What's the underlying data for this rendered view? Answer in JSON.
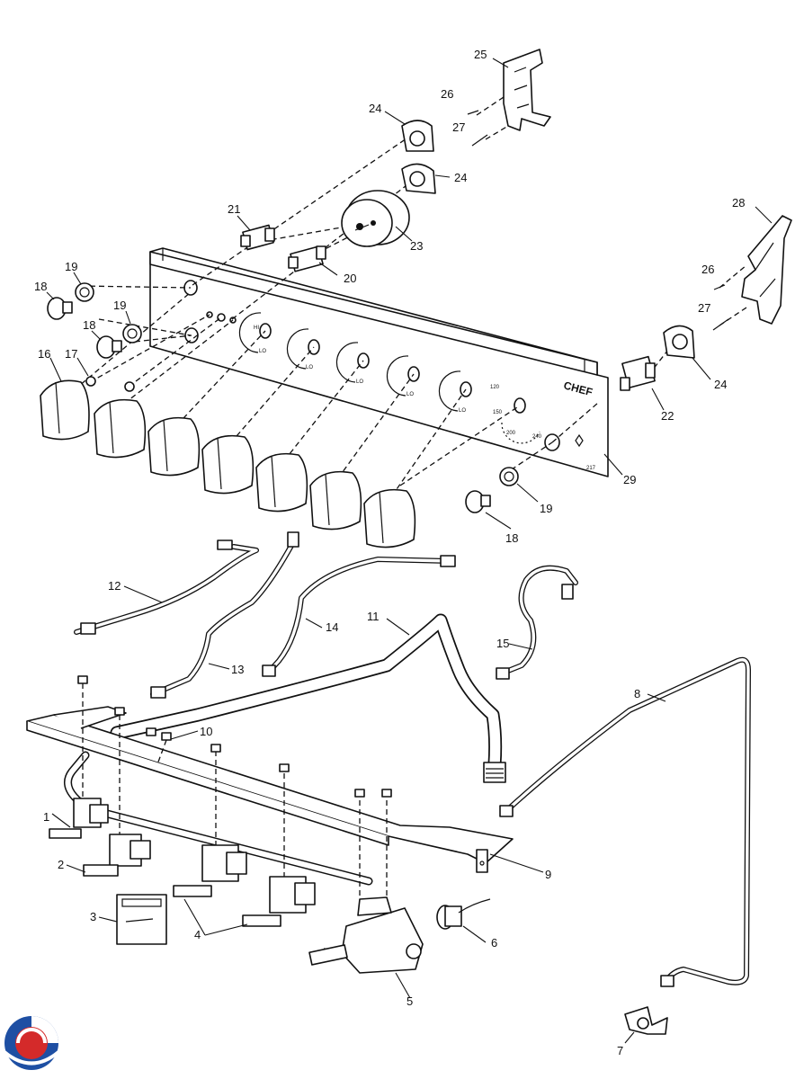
{
  "panel": {
    "brand": "CHEF",
    "code": "217",
    "dial_marks": [
      "LO",
      "HI"
    ],
    "thermostat_marks": [
      "120",
      "150",
      "200",
      "240"
    ]
  },
  "callouts": [
    {
      "id": "c1",
      "text": "1"
    },
    {
      "id": "c2",
      "text": "2"
    },
    {
      "id": "c3",
      "text": "3"
    },
    {
      "id": "c4",
      "text": "4"
    },
    {
      "id": "c5",
      "text": "5"
    },
    {
      "id": "c6",
      "text": "6"
    },
    {
      "id": "c7",
      "text": "7"
    },
    {
      "id": "c8",
      "text": "8"
    },
    {
      "id": "c9",
      "text": "9"
    },
    {
      "id": "c10",
      "text": "10"
    },
    {
      "id": "c11",
      "text": "11"
    },
    {
      "id": "c12",
      "text": "12"
    },
    {
      "id": "c13",
      "text": "13"
    },
    {
      "id": "c14",
      "text": "14"
    },
    {
      "id": "c15",
      "text": "15"
    },
    {
      "id": "c16",
      "text": "16"
    },
    {
      "id": "c17",
      "text": "17"
    },
    {
      "id": "c18a",
      "text": "18"
    },
    {
      "id": "c18b",
      "text": "18"
    },
    {
      "id": "c18c",
      "text": "18"
    },
    {
      "id": "c19a",
      "text": "19"
    },
    {
      "id": "c19b",
      "text": "19"
    },
    {
      "id": "c19c",
      "text": "19"
    },
    {
      "id": "c20",
      "text": "20"
    },
    {
      "id": "c21",
      "text": "21"
    },
    {
      "id": "c22",
      "text": "22"
    },
    {
      "id": "c23",
      "text": "23"
    },
    {
      "id": "c24a",
      "text": "24"
    },
    {
      "id": "c24b",
      "text": "24"
    },
    {
      "id": "c24c",
      "text": "24"
    },
    {
      "id": "c25",
      "text": "25"
    },
    {
      "id": "c26a",
      "text": "26"
    },
    {
      "id": "c26b",
      "text": "26"
    },
    {
      "id": "c27a",
      "text": "27"
    },
    {
      "id": "c27b",
      "text": "27"
    },
    {
      "id": "c28",
      "text": "28"
    },
    {
      "id": "c29",
      "text": "29"
    }
  ],
  "logo": {
    "primary_color": "#1e4fa3",
    "secondary_color": "#d42a2a"
  }
}
